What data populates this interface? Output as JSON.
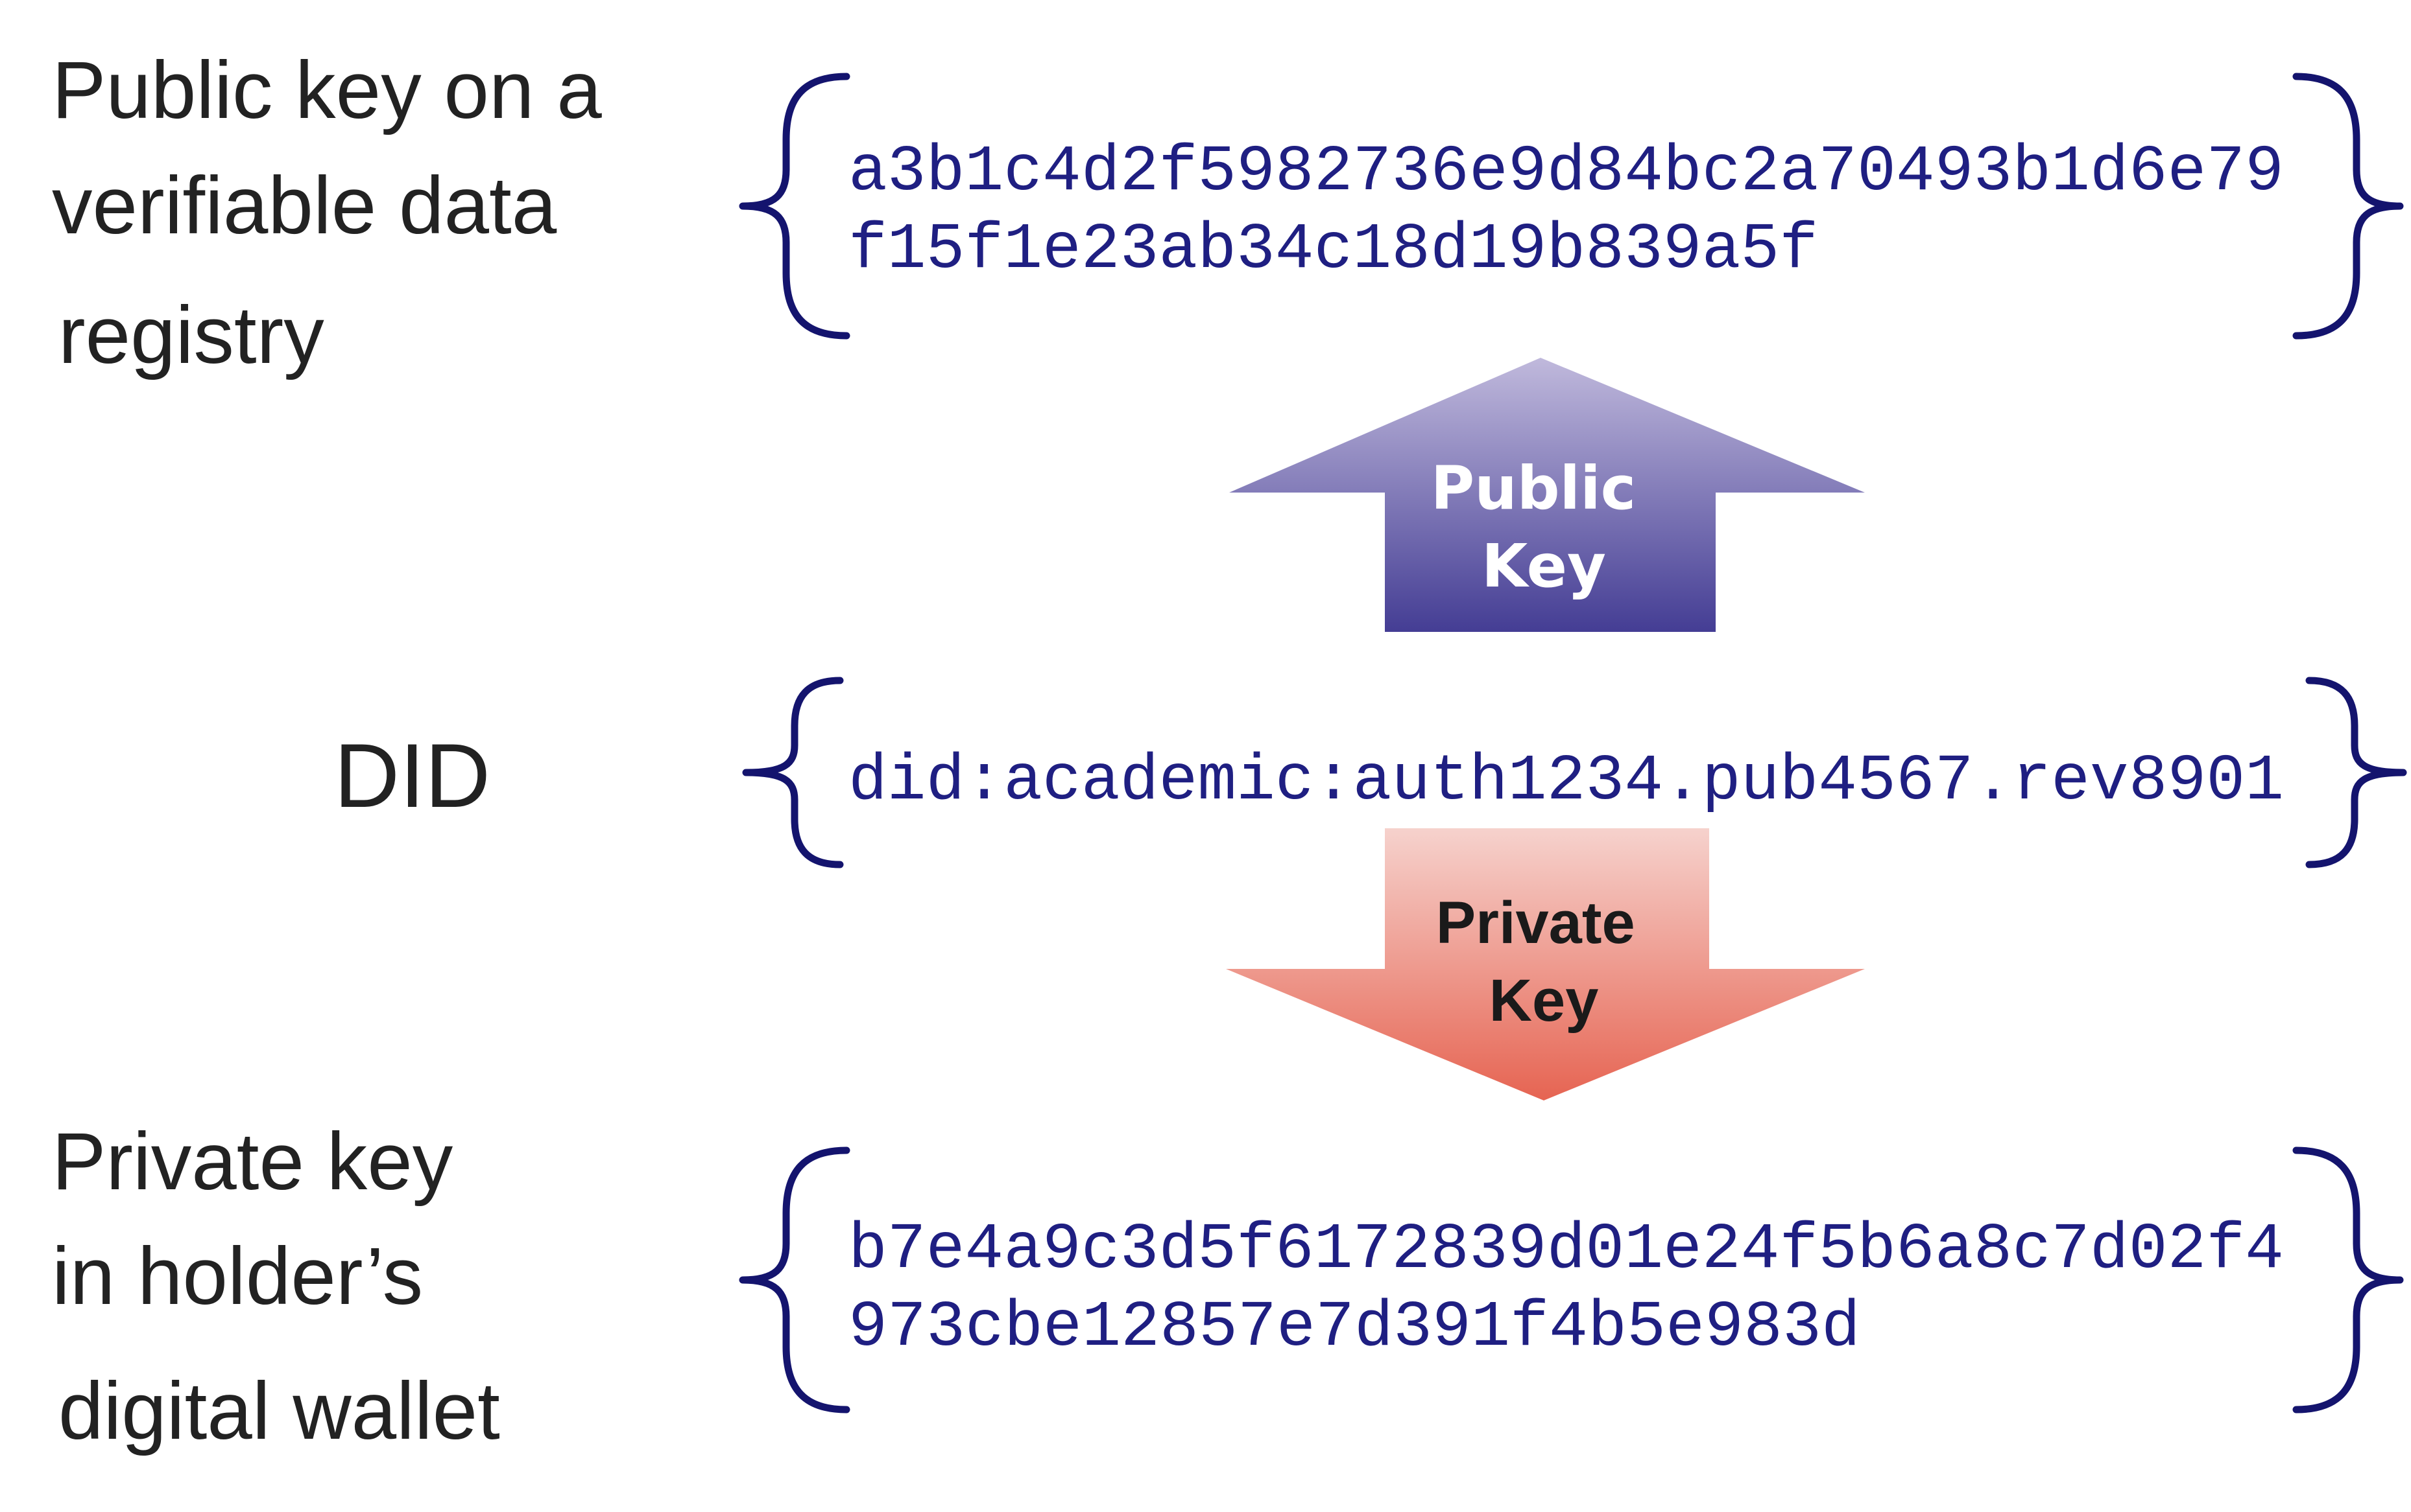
{
  "top": {
    "label_lines": [
      "Public key on a",
      "verifiable data",
      "registry"
    ],
    "code_lines": [
      "a3b1c4d2f5982736e9d84bc2a70493b1d6e79",
      "f15f1e23ab34c18d19b839a5f"
    ]
  },
  "public_arrow": {
    "label_lines": [
      "Public",
      "Key"
    ]
  },
  "middle": {
    "label": "DID",
    "code": "did:academic:auth1234.pub4567.rev8901"
  },
  "private_arrow": {
    "label_lines": [
      "Private",
      "Key"
    ]
  },
  "bottom": {
    "label_lines": [
      "Private key",
      "in holder’s",
      "digital wallet"
    ],
    "code_lines": [
      "b7e4a9c3d5f6172839d01e24f5b6a8c7d02f4",
      "973cbe12857e7d391f4b5e983d"
    ]
  },
  "colors": {
    "code_text": "#1f1f82",
    "brace": "#14146e",
    "public_arrow_top": "#c0b9dc",
    "public_arrow_bottom": "#443d94",
    "private_arrow_top": "#f6d2cd",
    "private_arrow_bottom": "#e66452",
    "label_text": "#222222"
  }
}
